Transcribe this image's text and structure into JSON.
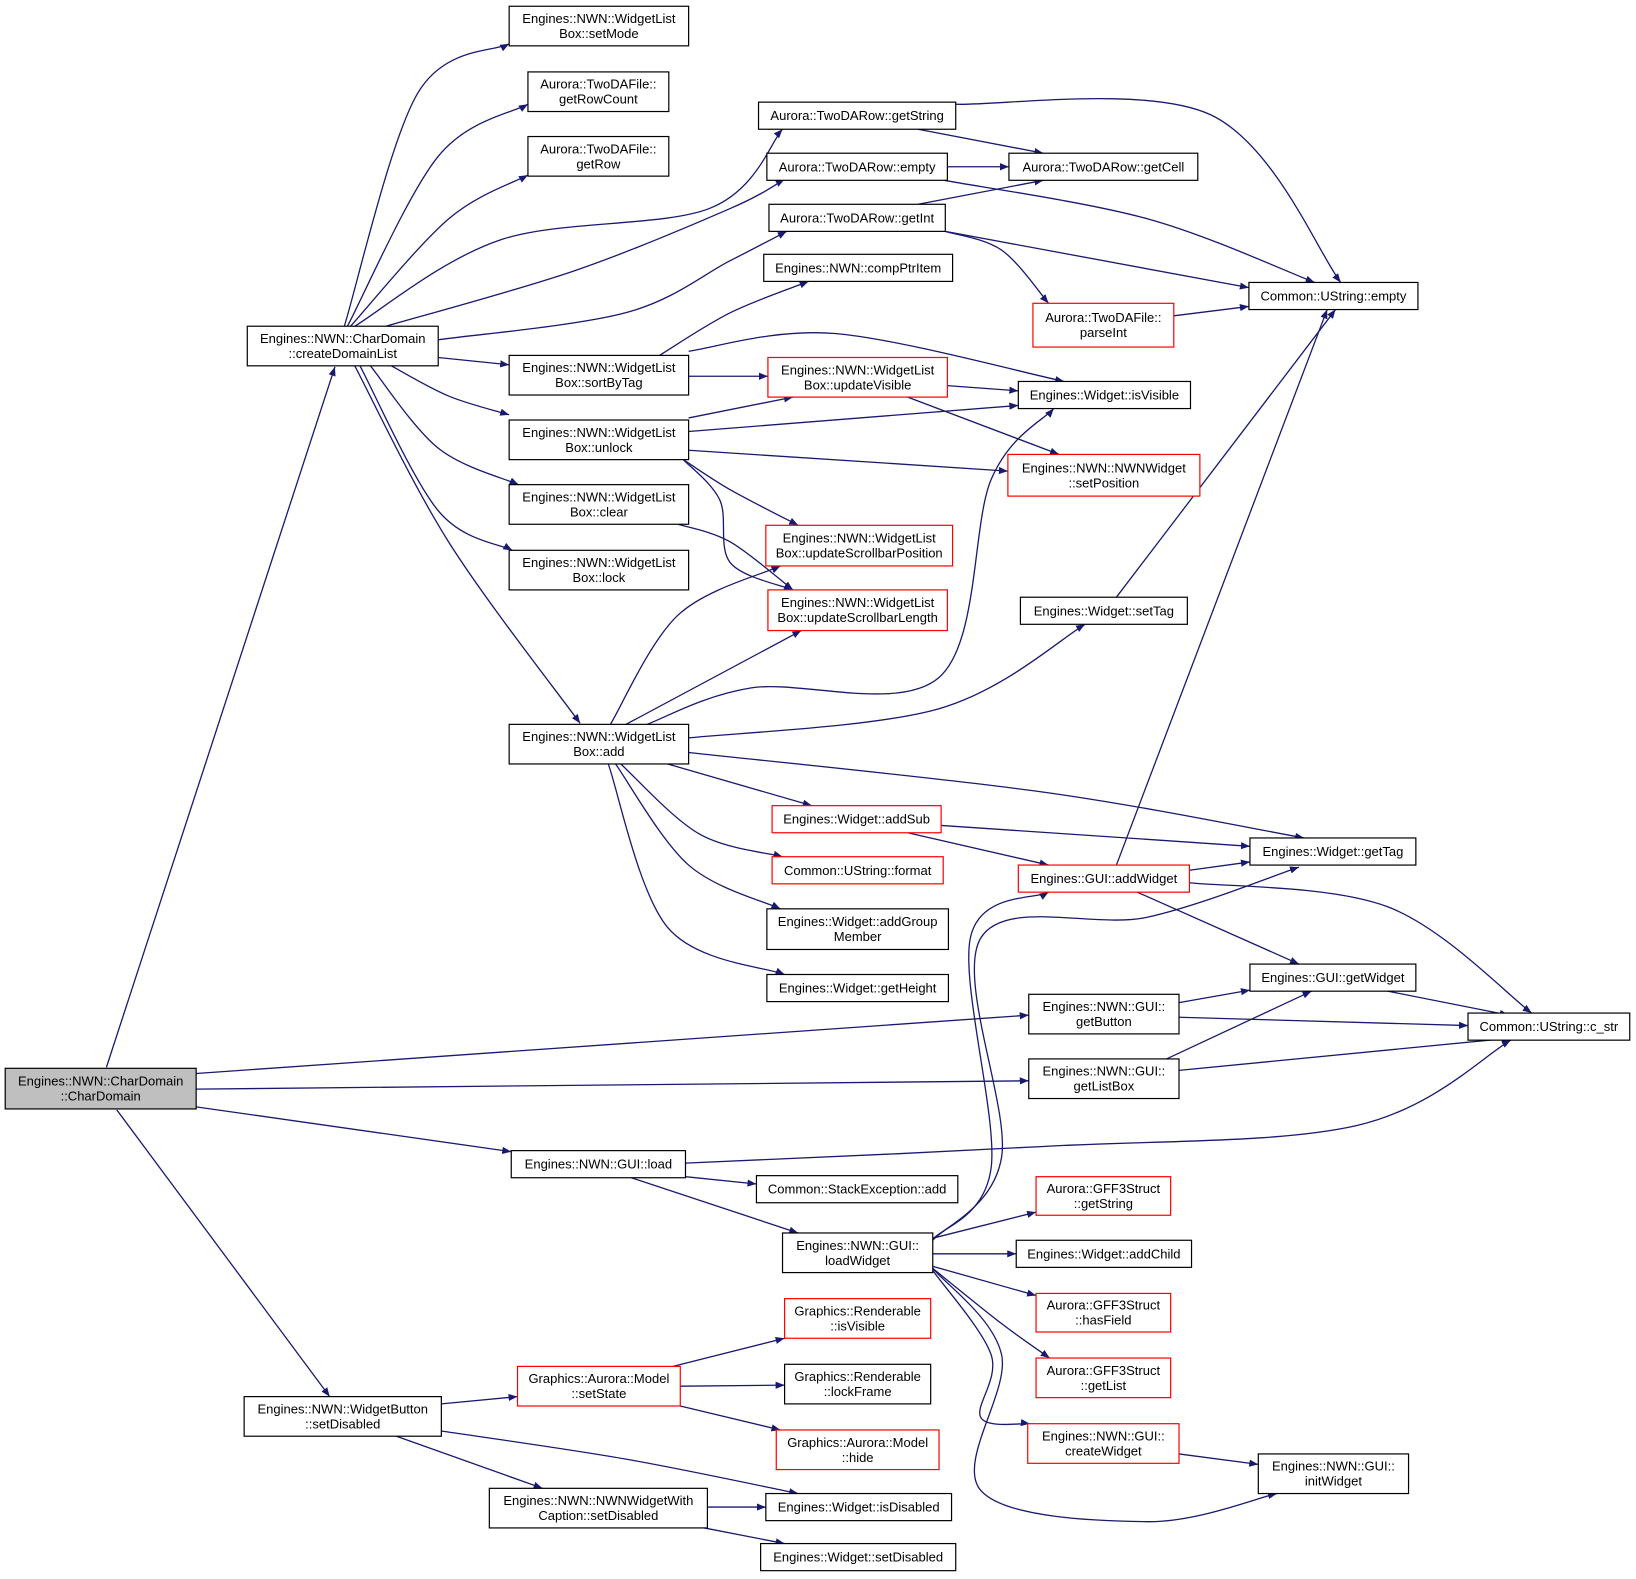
{
  "colors": {
    "edge": "#191970",
    "border_default": "#000000",
    "border_truncated": "#ff0000",
    "fill_default": "#ffffff",
    "fill_root": "#bfbfbf"
  },
  "nodes": [
    {
      "id": "n0",
      "lines": [
        "Engines::NWN::CharDomain",
        "::CharDomain"
      ],
      "style": "root"
    },
    {
      "id": "n1",
      "lines": [
        "Engines::NWN::CharDomain",
        "::createDomainList"
      ],
      "style": "default"
    },
    {
      "id": "n2",
      "lines": [
        "Engines::NWN::WidgetList",
        "Box::setMode"
      ],
      "style": "default"
    },
    {
      "id": "n3",
      "lines": [
        "Aurora::TwoDAFile::",
        "getRowCount"
      ],
      "style": "default"
    },
    {
      "id": "n4",
      "lines": [
        "Aurora::TwoDAFile::",
        "getRow"
      ],
      "style": "default"
    },
    {
      "id": "n5",
      "lines": [
        "Aurora::TwoDARow::getString"
      ],
      "style": "default"
    },
    {
      "id": "n6",
      "lines": [
        "Aurora::TwoDARow::empty"
      ],
      "style": "default"
    },
    {
      "id": "n7",
      "lines": [
        "Aurora::TwoDARow::getCell"
      ],
      "style": "default"
    },
    {
      "id": "n8",
      "lines": [
        "Aurora::TwoDARow::getInt"
      ],
      "style": "default"
    },
    {
      "id": "n9",
      "lines": [
        "Engines::NWN::compPtrItem"
      ],
      "style": "default"
    },
    {
      "id": "n10",
      "lines": [
        "Common::UString::empty"
      ],
      "style": "default"
    },
    {
      "id": "n11",
      "lines": [
        "Aurora::TwoDAFile::",
        "parseInt"
      ],
      "style": "truncated"
    },
    {
      "id": "n12",
      "lines": [
        "Engines::NWN::WidgetList",
        "Box::sortByTag"
      ],
      "style": "default"
    },
    {
      "id": "n13",
      "lines": [
        "Engines::NWN::WidgetList",
        "Box::updateVisible"
      ],
      "style": "truncated"
    },
    {
      "id": "n14",
      "lines": [
        "Engines::Widget::isVisible"
      ],
      "style": "default"
    },
    {
      "id": "n15",
      "lines": [
        "Engines::NWN::WidgetList",
        "Box::unlock"
      ],
      "style": "default"
    },
    {
      "id": "n16",
      "lines": [
        "Engines::NWN::NWNWidget",
        "::setPosition"
      ],
      "style": "truncated"
    },
    {
      "id": "n17",
      "lines": [
        "Engines::NWN::WidgetList",
        "Box::clear"
      ],
      "style": "default"
    },
    {
      "id": "n18",
      "lines": [
        "Engines::NWN::WidgetList",
        "Box::updateScrollbarPosition"
      ],
      "style": "truncated"
    },
    {
      "id": "n19",
      "lines": [
        "Engines::NWN::WidgetList",
        "Box::lock"
      ],
      "style": "default"
    },
    {
      "id": "n20",
      "lines": [
        "Engines::NWN::WidgetList",
        "Box::updateScrollbarLength"
      ],
      "style": "truncated"
    },
    {
      "id": "n21",
      "lines": [
        "Engines::Widget::setTag"
      ],
      "style": "default"
    },
    {
      "id": "n22",
      "lines": [
        "Engines::NWN::WidgetList",
        "Box::add"
      ],
      "style": "default"
    },
    {
      "id": "n23",
      "lines": [
        "Engines::Widget::addSub"
      ],
      "style": "truncated"
    },
    {
      "id": "n24",
      "lines": [
        "Engines::Widget::getTag"
      ],
      "style": "default"
    },
    {
      "id": "n25",
      "lines": [
        "Common::UString::format"
      ],
      "style": "truncated"
    },
    {
      "id": "n26",
      "lines": [
        "Engines::GUI::addWidget"
      ],
      "style": "truncated"
    },
    {
      "id": "n27",
      "lines": [
        "Engines::Widget::addGroup",
        "Member"
      ],
      "style": "default"
    },
    {
      "id": "n28",
      "lines": [
        "Engines::Widget::getHeight"
      ],
      "style": "default"
    },
    {
      "id": "n29",
      "lines": [
        "Engines::GUI::getWidget"
      ],
      "style": "default"
    },
    {
      "id": "n30",
      "lines": [
        "Engines::NWN::GUI::",
        "getButton"
      ],
      "style": "default"
    },
    {
      "id": "n31",
      "lines": [
        "Common::UString::c_str"
      ],
      "style": "default"
    },
    {
      "id": "n32",
      "lines": [
        "Engines::NWN::GUI::",
        "getListBox"
      ],
      "style": "default"
    },
    {
      "id": "n33",
      "lines": [
        "Engines::NWN::GUI::load"
      ],
      "style": "default"
    },
    {
      "id": "n34",
      "lines": [
        "Common::StackException::add"
      ],
      "style": "default"
    },
    {
      "id": "n35",
      "lines": [
        "Aurora::GFF3Struct",
        "::getString"
      ],
      "style": "truncated"
    },
    {
      "id": "n36",
      "lines": [
        "Engines::NWN::GUI::",
        "loadWidget"
      ],
      "style": "default"
    },
    {
      "id": "n37",
      "lines": [
        "Engines::Widget::addChild"
      ],
      "style": "default"
    },
    {
      "id": "n38",
      "lines": [
        "Aurora::GFF3Struct",
        "::hasField"
      ],
      "style": "truncated"
    },
    {
      "id": "n39",
      "lines": [
        "Graphics::Renderable",
        "::isVisible"
      ],
      "style": "truncated"
    },
    {
      "id": "n40",
      "lines": [
        "Aurora::GFF3Struct",
        "::getList"
      ],
      "style": "truncated"
    },
    {
      "id": "n41",
      "lines": [
        "Graphics::Aurora::Model",
        "::setState"
      ],
      "style": "truncated"
    },
    {
      "id": "n42",
      "lines": [
        "Graphics::Renderable",
        "::lockFrame"
      ],
      "style": "default"
    },
    {
      "id": "n43",
      "lines": [
        "Engines::NWN::WidgetButton",
        "::setDisabled"
      ],
      "style": "default"
    },
    {
      "id": "n44",
      "lines": [
        "Graphics::Aurora::Model",
        "::hide"
      ],
      "style": "truncated"
    },
    {
      "id": "n45",
      "lines": [
        "Engines::NWN::GUI::",
        "createWidget"
      ],
      "style": "truncated"
    },
    {
      "id": "n46",
      "lines": [
        "Engines::NWN::GUI::",
        "initWidget"
      ],
      "style": "default"
    },
    {
      "id": "n47",
      "lines": [
        "Engines::NWN::NWNWidgetWith",
        "Caption::setDisabled"
      ],
      "style": "default"
    },
    {
      "id": "n48",
      "lines": [
        "Engines::Widget::isDisabled"
      ],
      "style": "default"
    },
    {
      "id": "n49",
      "lines": [
        "Engines::Widget::setDisabled"
      ],
      "style": "default"
    }
  ],
  "edges": [
    [
      "n0",
      "n1"
    ],
    [
      "n0",
      "n30"
    ],
    [
      "n0",
      "n32"
    ],
    [
      "n0",
      "n33"
    ],
    [
      "n0",
      "n43"
    ],
    [
      "n1",
      "n2"
    ],
    [
      "n1",
      "n3"
    ],
    [
      "n1",
      "n4"
    ],
    [
      "n1",
      "n5"
    ],
    [
      "n1",
      "n6"
    ],
    [
      "n1",
      "n8"
    ],
    [
      "n1",
      "n12"
    ],
    [
      "n1",
      "n15"
    ],
    [
      "n1",
      "n17"
    ],
    [
      "n1",
      "n19"
    ],
    [
      "n1",
      "n22"
    ],
    [
      "n5",
      "n7"
    ],
    [
      "n5",
      "n10"
    ],
    [
      "n6",
      "n7"
    ],
    [
      "n6",
      "n10"
    ],
    [
      "n8",
      "n7"
    ],
    [
      "n8",
      "n10"
    ],
    [
      "n8",
      "n11"
    ],
    [
      "n11",
      "n10"
    ],
    [
      "n12",
      "n9"
    ],
    [
      "n12",
      "n13"
    ],
    [
      "n12",
      "n14"
    ],
    [
      "n13",
      "n14"
    ],
    [
      "n13",
      "n16"
    ],
    [
      "n15",
      "n13"
    ],
    [
      "n15",
      "n14"
    ],
    [
      "n15",
      "n16"
    ],
    [
      "n15",
      "n18"
    ],
    [
      "n15",
      "n20"
    ],
    [
      "n17",
      "n20"
    ],
    [
      "n22",
      "n18"
    ],
    [
      "n22",
      "n20"
    ],
    [
      "n22",
      "n14"
    ],
    [
      "n22",
      "n21"
    ],
    [
      "n22",
      "n24"
    ],
    [
      "n22",
      "n23"
    ],
    [
      "n22",
      "n25"
    ],
    [
      "n22",
      "n27"
    ],
    [
      "n22",
      "n28"
    ],
    [
      "n21",
      "n10"
    ],
    [
      "n23",
      "n24"
    ],
    [
      "n23",
      "n26"
    ],
    [
      "n26",
      "n24"
    ],
    [
      "n26",
      "n10"
    ],
    [
      "n26",
      "n29"
    ],
    [
      "n26",
      "n31"
    ],
    [
      "n30",
      "n29"
    ],
    [
      "n30",
      "n31"
    ],
    [
      "n32",
      "n29"
    ],
    [
      "n32",
      "n31"
    ],
    [
      "n29",
      "n31"
    ],
    [
      "n33",
      "n31"
    ],
    [
      "n33",
      "n34"
    ],
    [
      "n33",
      "n36"
    ],
    [
      "n36",
      "n24"
    ],
    [
      "n36",
      "n26"
    ],
    [
      "n36",
      "n35"
    ],
    [
      "n36",
      "n37"
    ],
    [
      "n36",
      "n38"
    ],
    [
      "n36",
      "n40"
    ],
    [
      "n36",
      "n45"
    ],
    [
      "n36",
      "n46"
    ],
    [
      "n45",
      "n46"
    ],
    [
      "n43",
      "n41"
    ],
    [
      "n43",
      "n47"
    ],
    [
      "n43",
      "n48"
    ],
    [
      "n41",
      "n39"
    ],
    [
      "n41",
      "n42"
    ],
    [
      "n41",
      "n44"
    ],
    [
      "n47",
      "n48"
    ],
    [
      "n47",
      "n49"
    ]
  ]
}
